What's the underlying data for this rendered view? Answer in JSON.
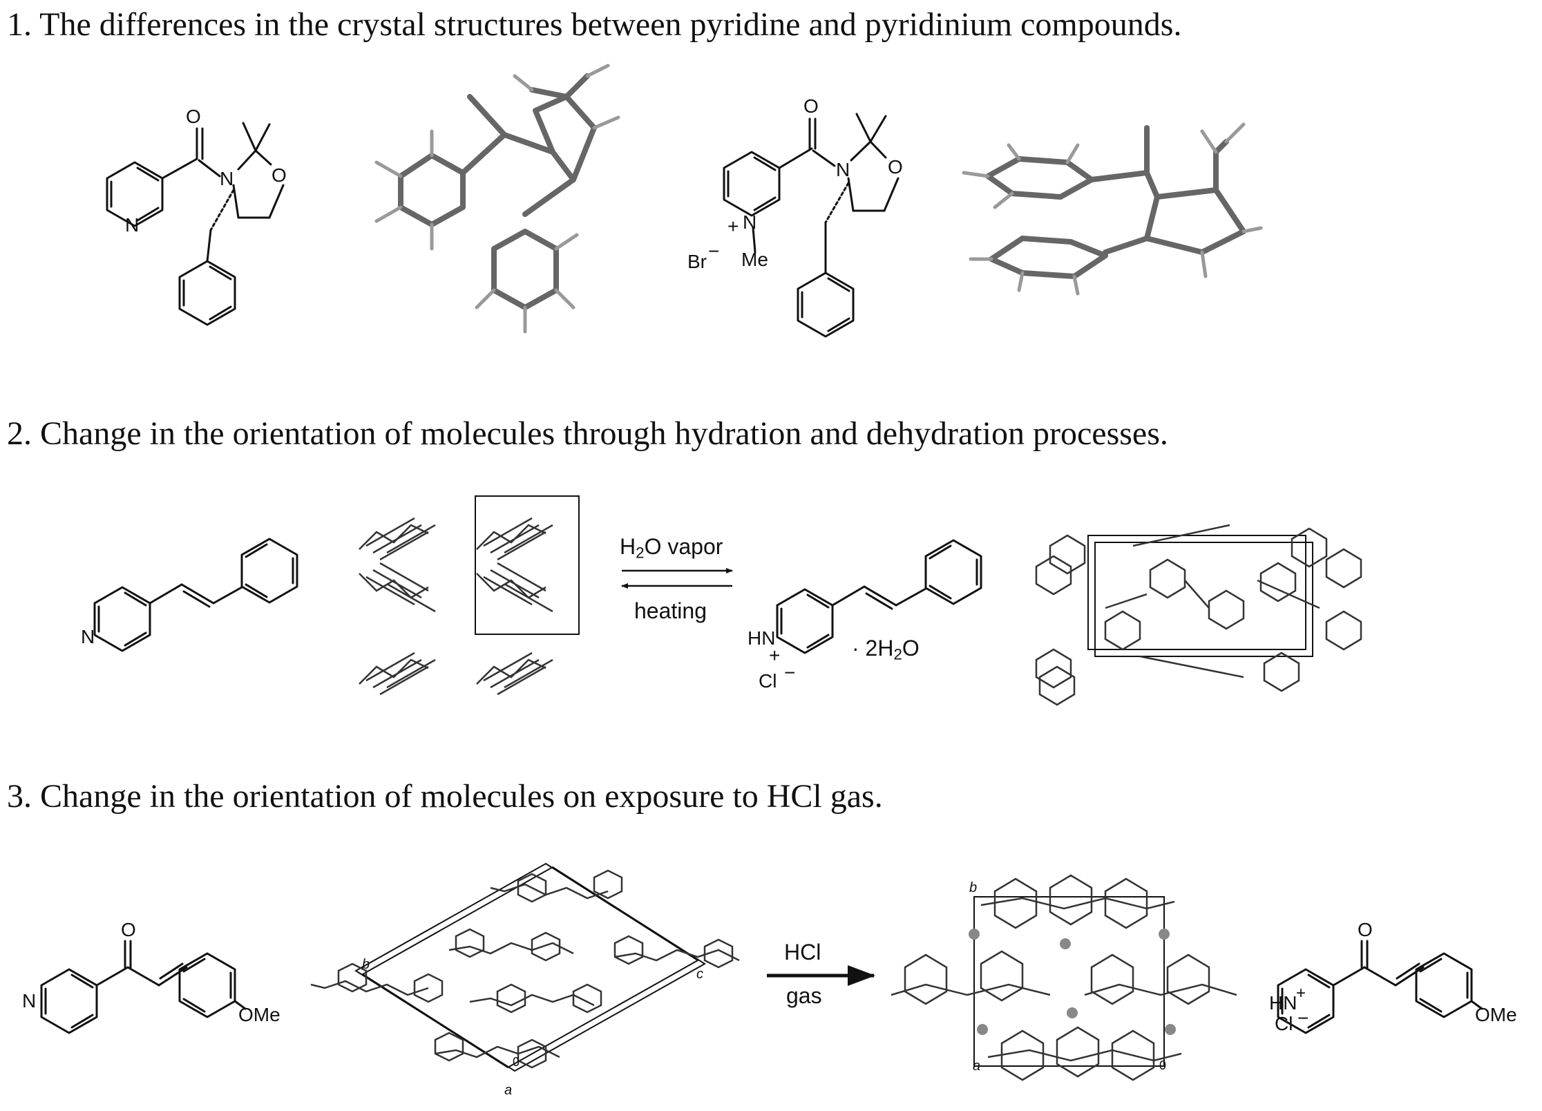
{
  "sections": [
    {
      "heading": "1. The differences in the crystal structures between pyridine and pyridinium compounds."
    },
    {
      "heading": "2. Change in the orientation of molecules through hydration and dehydration processes."
    },
    {
      "heading": "3. Change in the orientation of molecules on exposure to HCl gas."
    }
  ],
  "section1": {
    "mol1": {
      "o": "O",
      "n_amide": "N",
      "o_ring": "O",
      "n_pyr": "N"
    },
    "mol2": {
      "o": "O",
      "n_amide": "N",
      "o_ring": "O",
      "plus": "+",
      "n_pyr": "N",
      "br": "Br",
      "br_charge": "−",
      "me": "Me"
    }
  },
  "section2": {
    "mol1": {
      "n_pyr": "N"
    },
    "arrow": {
      "h2o_pre": "H",
      "h2o_sub": "2",
      "h2o_post": "O vapor",
      "below": "heating"
    },
    "mol2": {
      "hn": "HN",
      "plus": "+",
      "cl": "Cl",
      "cl_charge": "−",
      "water_pre": "· 2H",
      "water_sub": "2",
      "water_post": "O"
    }
  },
  "section3": {
    "mol1": {
      "o": "O",
      "n_pyr": "N",
      "ome": "OMe"
    },
    "cell1": {
      "b": "b",
      "c": "c",
      "o": "0",
      "a": "a"
    },
    "arrow": {
      "above": "HCl",
      "below": "gas"
    },
    "cell2": {
      "b": "b",
      "a": "a",
      "o": "0"
    },
    "mol2": {
      "o": "O",
      "hn": "HN",
      "plus": "+",
      "cl": "Cl",
      "cl_charge": "−",
      "ome": "OMe"
    }
  }
}
